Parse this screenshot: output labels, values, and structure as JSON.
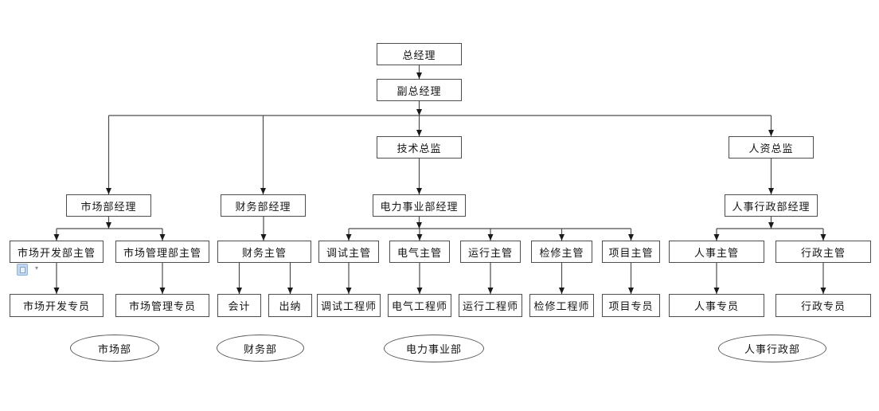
{
  "diagram": {
    "type": "org-chart",
    "nodes": {
      "gm": {
        "label": "总经理"
      },
      "dgm": {
        "label": "副总经理"
      },
      "tech_director": {
        "label": "技术总监"
      },
      "hr_director": {
        "label": "人资总监"
      },
      "marketing_manager": {
        "label": "市场部经理"
      },
      "finance_manager": {
        "label": "财务部经理"
      },
      "power_division_manager": {
        "label": "电力事业部经理"
      },
      "hr_admin_manager": {
        "label": "人事行政部经理"
      },
      "market_dev_supervisor": {
        "label": "市场开发部主管"
      },
      "market_mgmt_supervisor": {
        "label": "市场管理部主管"
      },
      "finance_supervisor": {
        "label": "财务主管"
      },
      "commissioning_supervisor": {
        "label": "调试主管"
      },
      "electrical_supervisor": {
        "label": "电气主管"
      },
      "operation_supervisor": {
        "label": "运行主管"
      },
      "maintenance_supervisor": {
        "label": "检修主管"
      },
      "project_supervisor": {
        "label": "项目主管"
      },
      "hr_supervisor": {
        "label": "人事主管"
      },
      "admin_supervisor": {
        "label": "行政主管"
      },
      "market_dev_specialist": {
        "label": "市场开发专员"
      },
      "market_mgmt_specialist": {
        "label": "市场管理专员"
      },
      "accountant": {
        "label": "会计"
      },
      "cashier": {
        "label": "出纳"
      },
      "commissioning_engineer": {
        "label": "调试工程师"
      },
      "electrical_engineer": {
        "label": "电气工程师"
      },
      "operation_engineer": {
        "label": "运行工程师"
      },
      "maintenance_engineer": {
        "label": "检修工程师"
      },
      "project_specialist": {
        "label": "项目专员"
      },
      "hr_specialist": {
        "label": "人事专员"
      },
      "admin_specialist": {
        "label": "行政专员"
      }
    },
    "departments": {
      "marketing": {
        "label": "市场部"
      },
      "finance": {
        "label": "财务部"
      },
      "power": {
        "label": "电力事业部"
      },
      "hr_admin": {
        "label": "人事行政部"
      }
    },
    "colors": {
      "line": "#4d4d4d",
      "arrow": "#1a1a1a",
      "box_border": "#4d4d4d",
      "text": "#141414",
      "paste_icon_blue": "#c3d6ee"
    }
  }
}
